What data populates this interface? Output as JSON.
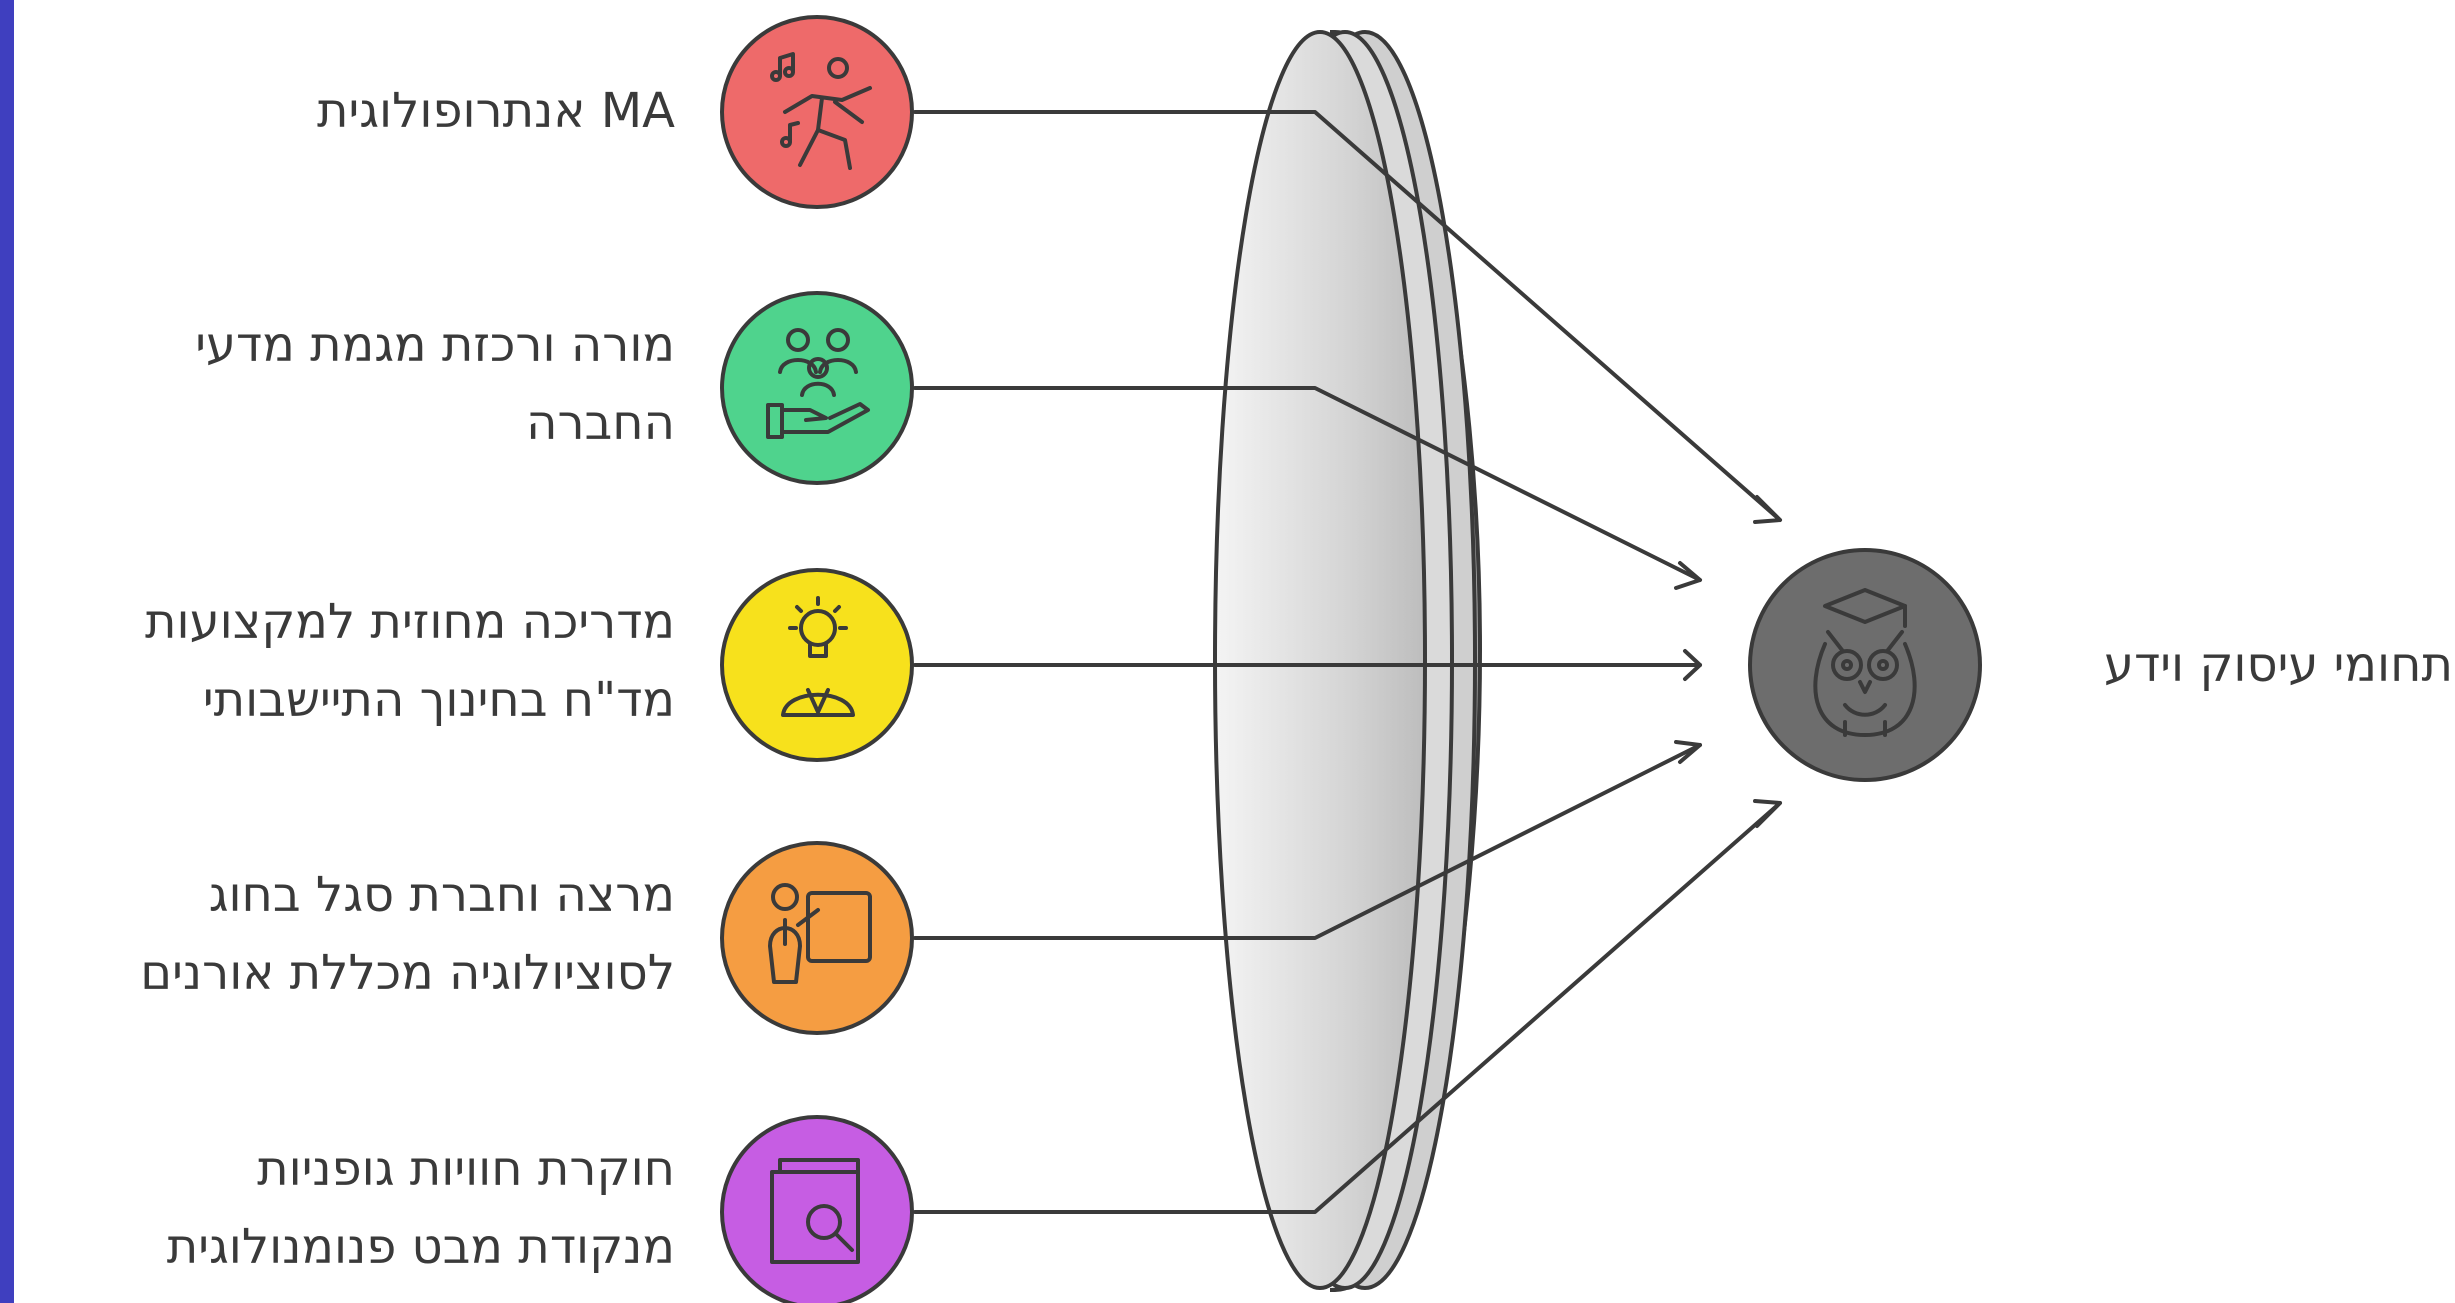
{
  "sources": [
    {
      "lines": [
        "MA אנתרופולוגית"
      ],
      "color": "#ee6a6a",
      "icon": "dancer-icon"
    },
    {
      "lines": [
        "מורה ורכזת מגמת מדעי",
        "החברה"
      ],
      "color": "#4fd38d",
      "icon": "community-hand-icon"
    },
    {
      "lines": [
        "מדריכה מחוזית למקצועות",
        "מד\"ח בחינוך התיישבותי"
      ],
      "color": "#f7e11c",
      "icon": "idea-person-icon"
    },
    {
      "lines": [
        "מרצה וחברת סגל בחוג",
        "לסוציולוגיה מכללת אורנים"
      ],
      "color": "#f59d42",
      "icon": "lecturer-board-icon"
    },
    {
      "lines": [
        "חוקרת חוויות גופניות",
        "מנקודת מבט פנומנולוגית"
      ],
      "color": "#c65de3",
      "icon": "book-search-icon"
    }
  ],
  "hub": {
    "label": "תחומי עיסוק וידע",
    "color": "#6d6d6d",
    "icon": "graduate-owl-icon"
  },
  "lens": {
    "icon": "lens-shape"
  }
}
